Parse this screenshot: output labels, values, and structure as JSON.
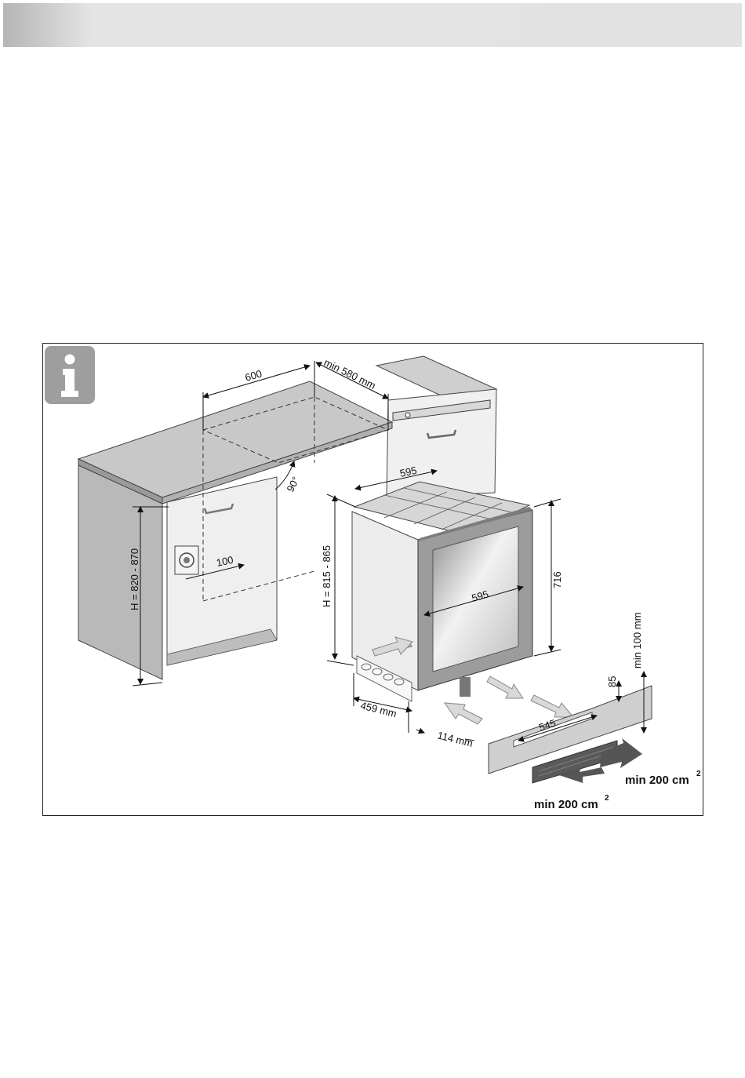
{
  "header": {
    "color": "#e2e2e2"
  },
  "info_icon": {
    "glyph": "i",
    "color": "#9e9e9e"
  },
  "labels": {
    "width_600": "600",
    "min_depth": "min 580 mm",
    "depth_595": "595",
    "angle": "90°",
    "offset_100": "100",
    "cabinet_height": "H = 820 - 870",
    "appliance_height": "H = 815 - 865",
    "door_width_595": "595",
    "door_height_716": "716",
    "base_459": "459 mm",
    "base_114": "114 mm",
    "plinth_545": "545",
    "plinth_85": "85",
    "min_100": "min 100 mm",
    "vent_right": "min 200 cm",
    "vent_left": "min 200 cm",
    "sup": "2"
  }
}
